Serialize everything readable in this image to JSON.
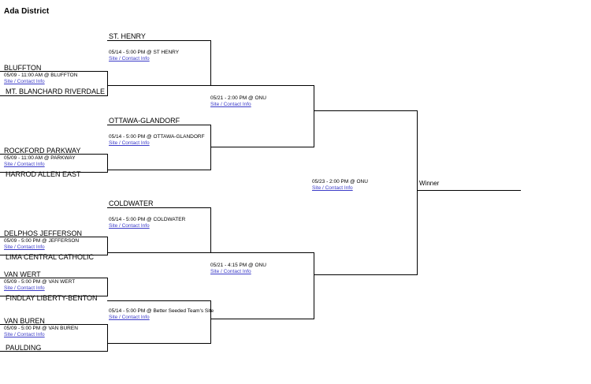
{
  "title": "Ada District",
  "winner_label": "Winner",
  "site_link_label": "Site / Contact Info",
  "round1": [
    {
      "top_team": "BLUFFTON",
      "bottom_team": "MT. BLANCHARD RIVERDALE",
      "game_info": "05/09 - 11:00 AM @ BLUFFTON",
      "site_link": "Site / Contact Info"
    },
    {
      "top_team": "ROCKFORD PARKWAY",
      "bottom_team": "HARROD ALLEN EAST",
      "game_info": "05/09 - 11:00 AM @ PARKWAY",
      "site_link": "Site / Contact Info"
    },
    {
      "top_team": "DELPHOS JEFFERSON",
      "bottom_team": "LIMA CENTRAL CATHOLIC",
      "game_info": "05/09 - 5:00 PM @ JEFFERSON",
      "site_link": "Site / Contact Info"
    },
    {
      "top_team": "VAN WERT",
      "bottom_team": "FINDLAY LIBERTY-BENTON",
      "game_info": "05/09 - 5:00 PM @ VAN WERT",
      "site_link": "Site / Contact Info"
    },
    {
      "top_team": "VAN BUREN",
      "bottom_team": "PAULDING",
      "game_info": "05/09 - 5:00 PM @ VAN BUREN",
      "site_link": "Site / Contact Info"
    }
  ],
  "round2": [
    {
      "top_team": "ST. HENRY",
      "game_info": "05/14 - 5:00 PM @ ST HENRY",
      "site_link": "Site / Contact Info"
    },
    {
      "top_team": "OTTAWA-GLANDORF",
      "game_info": "05/14 - 5:00 PM @ OTTAWA-GLANDORF",
      "site_link": "Site / Contact Info"
    },
    {
      "top_team": "COLDWATER",
      "game_info": "05/14 - 5:00 PM @ COLDWATER",
      "site_link": "Site / Contact Info"
    },
    {
      "top_team": "",
      "game_info": "05/14 - 5:00 PM @ Better Seeded Team's Site",
      "site_link": "Site / Contact Info"
    }
  ],
  "semifinals": [
    {
      "game_info": "05/21 - 2:00 PM @ ONU",
      "site_link": "Site / Contact Info"
    },
    {
      "game_info": "05/21 - 4:15 PM @ ONU",
      "site_link": "Site / Contact Info"
    }
  ],
  "final": {
    "game_info": "05/23 - 2:00 PM @ ONU",
    "site_link": "Site / Contact Info"
  },
  "colors": {
    "link": "#3c3cc8",
    "line": "#000000",
    "text": "#000000",
    "background": "#ffffff"
  }
}
